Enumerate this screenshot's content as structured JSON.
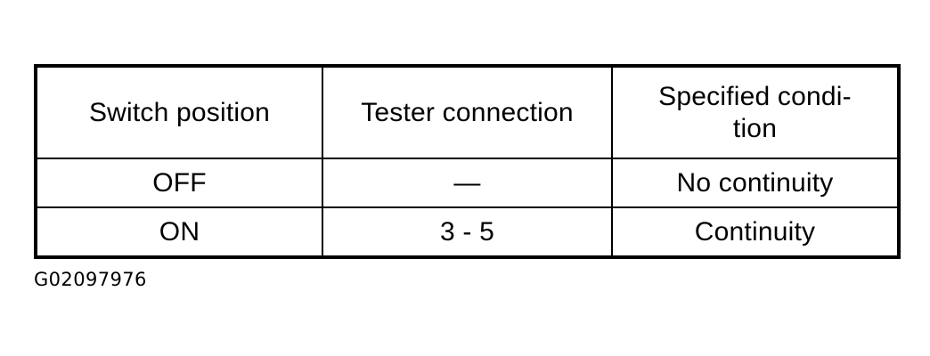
{
  "figure": {
    "caption": "G02097976"
  },
  "table": {
    "headers": [
      {
        "text": "Switch position",
        "lines": [
          "Switch position"
        ]
      },
      {
        "text": "Tester connection",
        "lines": [
          "Tester connection"
        ]
      },
      {
        "text": "Specified condition",
        "lines": [
          "Specified condi-",
          "tion"
        ]
      }
    ],
    "rows": [
      {
        "switch_position": "OFF",
        "tester_connection": "—",
        "specified_condition": "No continuity"
      },
      {
        "switch_position": "ON",
        "tester_connection": "3 - 5",
        "specified_condition": "Continuity"
      }
    ]
  },
  "colors": {
    "background": "#ffffff",
    "text": "#000000",
    "border": "#000000"
  }
}
